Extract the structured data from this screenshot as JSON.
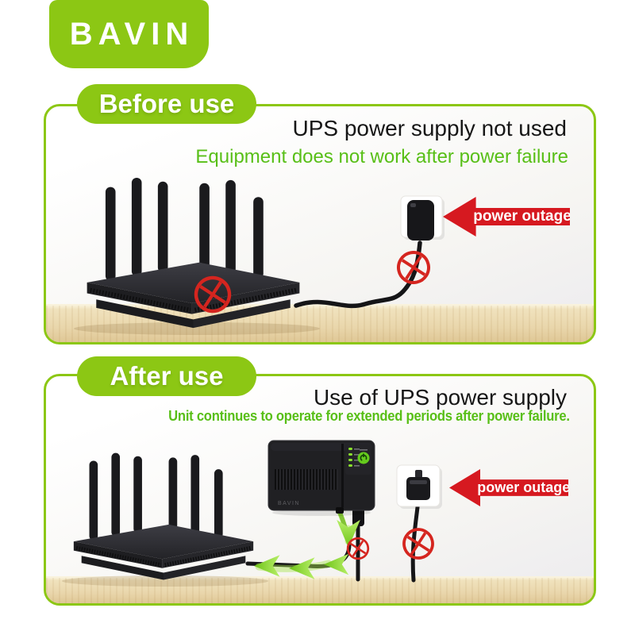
{
  "brand": {
    "logo_text": "BAVIN"
  },
  "colors": {
    "brand_green": "#8cc714",
    "subtitle_green": "#58bf17",
    "headline_black": "#161616",
    "alert_red": "#d61920",
    "prohibition_red": "#d5251f",
    "wood": "#eddcb6",
    "device_black": "#1d1d20",
    "led_green": "#8be32c"
  },
  "panels": [
    {
      "badge": "Before use",
      "title": "UPS power supply not used",
      "subtitle": "Equipment does not work after power failure",
      "arrow_label": "power outage"
    },
    {
      "badge": "After use",
      "title": "Use of UPS power supply",
      "subtitle": "Unit continues to operate for extended periods after power failure.",
      "arrow_label": "power outage",
      "ups_label": "BAVIN"
    }
  ]
}
